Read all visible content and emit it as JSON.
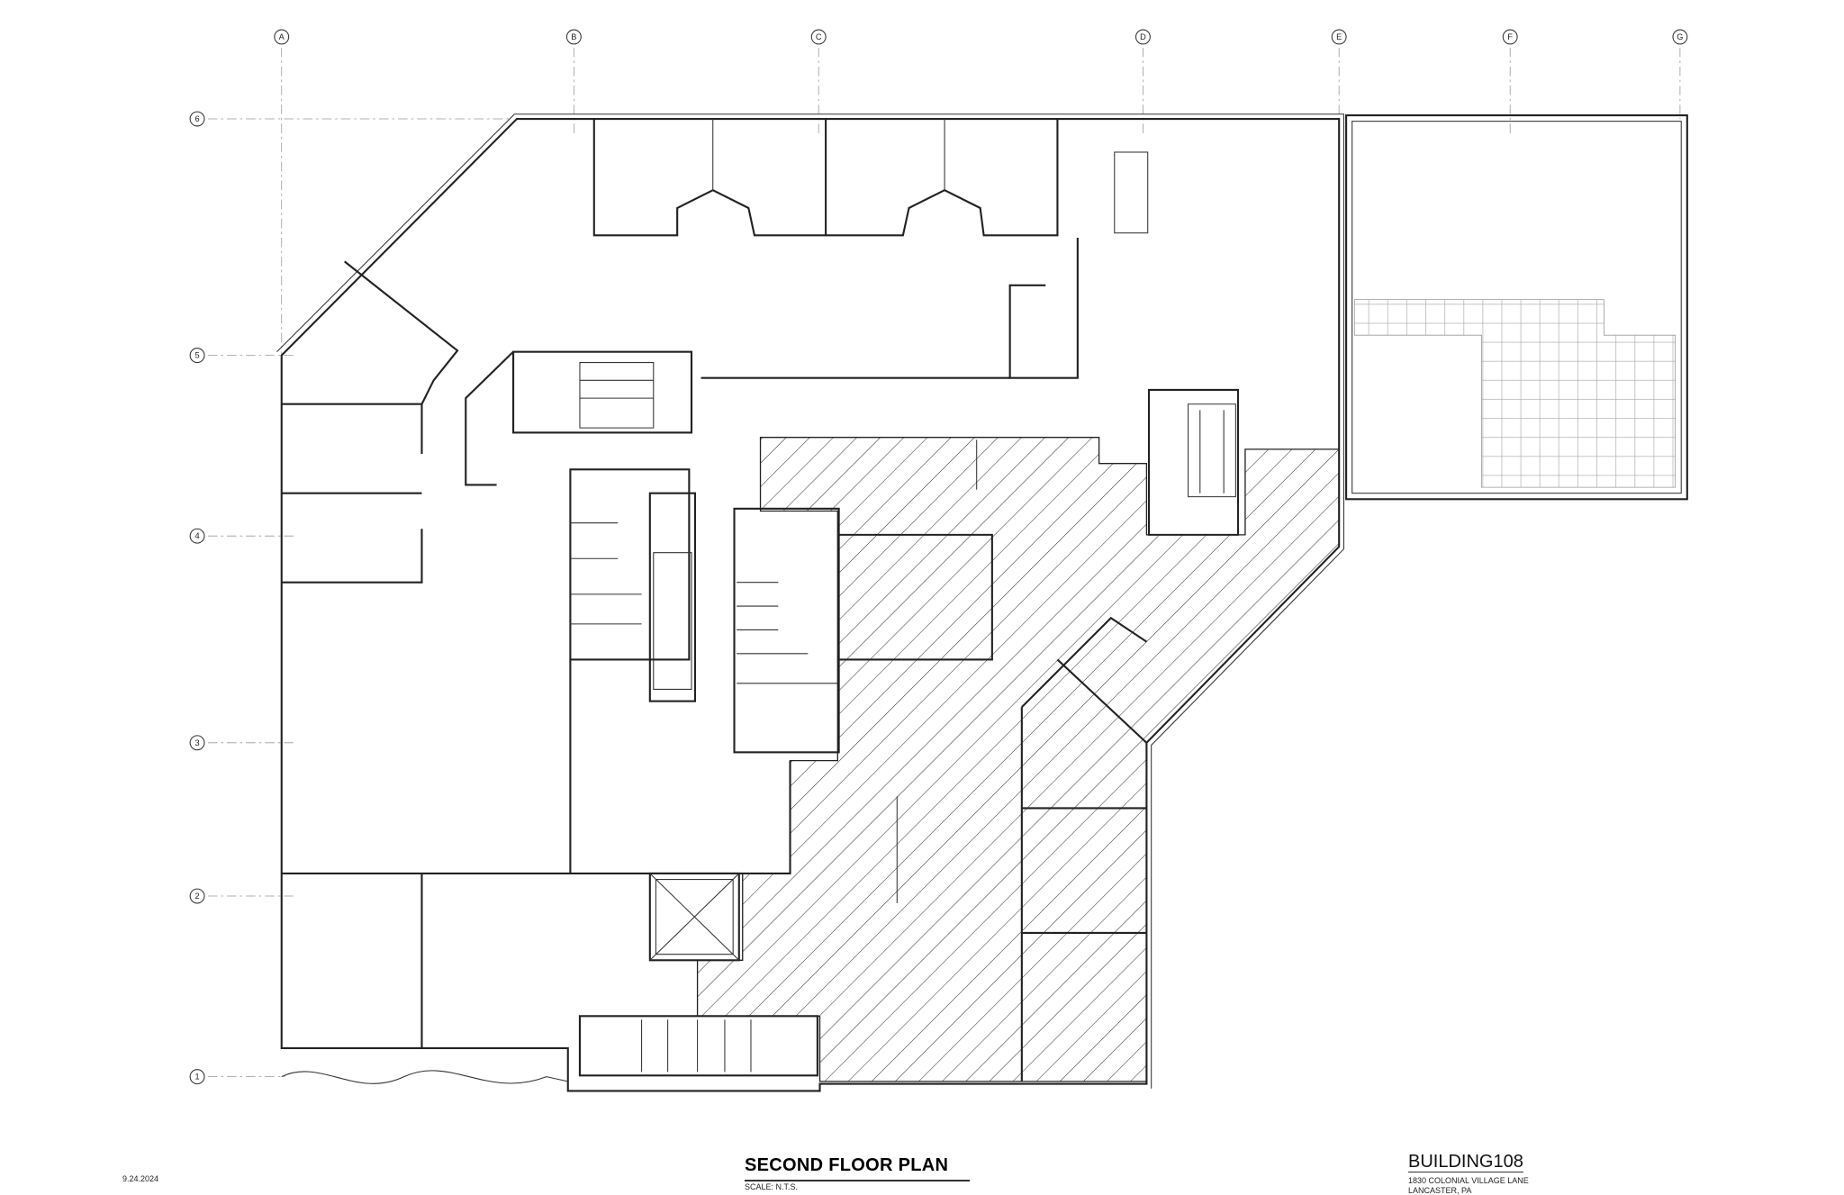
{
  "drawing": {
    "title": "SECOND FLOOR PLAN",
    "scale": "SCALE: N.T.S.",
    "date": "9.24.2024",
    "building": "BUILDING108",
    "address_line1": "1830 COLONIAL VILLAGE LANE",
    "address_line2": "LANCASTER, PA"
  },
  "grid": {
    "columns": [
      "A",
      "B",
      "C",
      "D",
      "E",
      "F",
      "G"
    ],
    "rows": [
      "6",
      "5",
      "4",
      "3",
      "2",
      "1"
    ]
  },
  "legend": {
    "hatch_color": "#333333",
    "line_color": "#222222"
  }
}
